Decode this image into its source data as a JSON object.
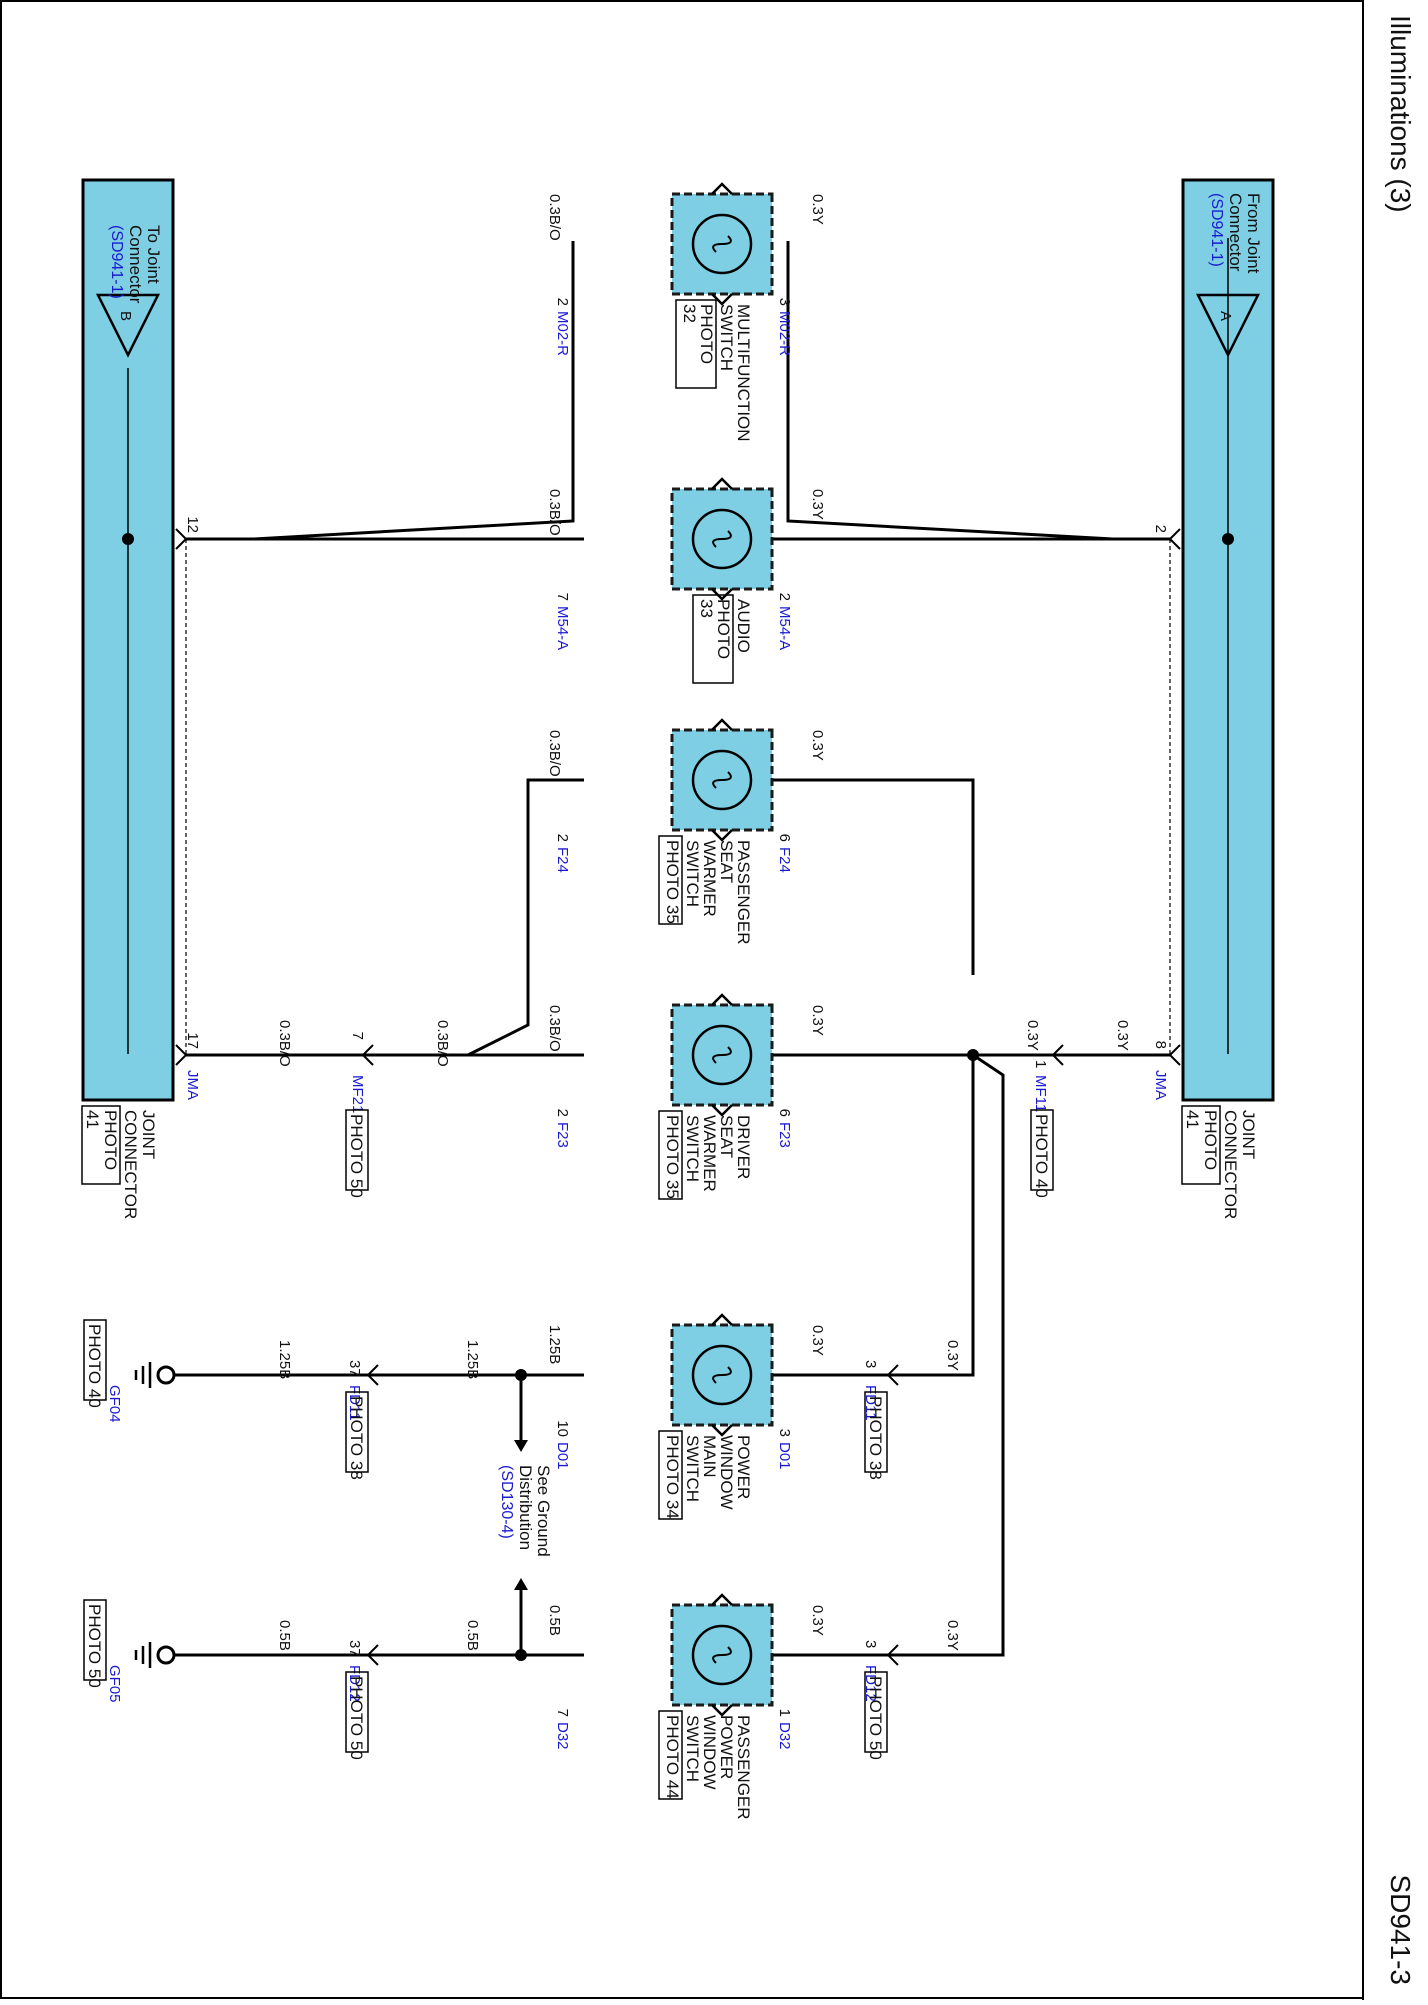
{
  "header": {
    "title": "Illuminations (3)",
    "page_code": "SD941-3"
  },
  "bars": {
    "from": {
      "line1": "From Joint",
      "line2": "Connector",
      "ref": "(SD941-1)",
      "letter": "A"
    },
    "to": {
      "line1": "To Joint",
      "line2": "Connector",
      "ref": "(SD941-1)",
      "letter": "B"
    }
  },
  "joint_connector_right": {
    "l1": "JOINT",
    "l2": "CONNECTOR",
    "photo": "PHOTO",
    "num": "41",
    "code": "JMA",
    "pin": "8"
  },
  "joint_connector_left": {
    "l1": "JOINT",
    "l2": "CONNECTOR",
    "photo": "PHOTO",
    "num": "41",
    "code": "JMA",
    "pin": "17"
  },
  "pin_12": "12",
  "pin_2_right": "2",
  "switches": [
    {
      "lines": [
        "MULTIFUNCTION",
        "SWITCH"
      ],
      "photo": [
        "PHOTO",
        "32"
      ],
      "pin_in": "3",
      "conn_in": "M02-R",
      "pin_out": "2",
      "conn_out": "M02-R",
      "wire_in": "0.3Y",
      "wire_out": "0.3B/O"
    },
    {
      "lines": [
        "AUDIO"
      ],
      "photo": [
        "PHOTO",
        "33"
      ],
      "pin_in": "2",
      "conn_in": "M54-A",
      "pin_out": "7",
      "conn_out": "M54-A",
      "wire_in": "0.3Y",
      "wire_out": "0.3B/O"
    },
    {
      "lines": [
        "PASSENGER",
        "SEAT",
        "WARMER",
        "SWITCH"
      ],
      "photo": [
        "PHOTO 35"
      ],
      "pin_in": "6",
      "conn_in": "F24",
      "pin_out": "2",
      "conn_out": "F24",
      "wire_in": "0.3Y",
      "wire_out": "0.3B/O"
    },
    {
      "lines": [
        "DRIVER",
        "SEAT",
        "WARMER",
        "SWITCH"
      ],
      "photo": [
        "PHOTO 35"
      ],
      "pin_in": "6",
      "conn_in": "F23",
      "pin_out": "2",
      "conn_out": "F23",
      "wire_in": "0.3Y",
      "wire_out": "0.3B/O"
    },
    {
      "lines": [
        "POWER",
        "WINDOW",
        "MAIN",
        "SWITCH"
      ],
      "photo": [
        "PHOTO 34"
      ],
      "pin_in": "3",
      "conn_in": "D01",
      "pin_out": "10",
      "conn_out": "D01",
      "wire_in": "0.3Y",
      "wire_out": "1.25B"
    },
    {
      "lines": [
        "PASSENGER",
        "POWER",
        "WINDOW",
        "SWITCH"
      ],
      "photo": [
        "PHOTO 44"
      ],
      "pin_in": "1",
      "conn_in": "D32",
      "pin_out": "7",
      "conn_out": "D32",
      "wire_in": "0.3Y",
      "wire_out": "0.5B"
    }
  ],
  "mf11": {
    "code": "MF11",
    "photo": "PHOTO 40",
    "pin": "1",
    "wire_a": "0.3Y",
    "wire_b": "0.3Y"
  },
  "mf21": {
    "code": "MF21",
    "photo": "PHOTO 50",
    "pin": "7",
    "wire_a": "0.3B/O",
    "wire_b": "0.3B/O"
  },
  "fd11_top": {
    "code": "FD11",
    "photo": "PHOTO 38",
    "pin": "3",
    "wire": "0.3Y"
  },
  "fd12_top": {
    "code": "FD12",
    "photo": "PHOTO 50",
    "pin": "3",
    "wire": "0.3Y"
  },
  "fd11_bot": {
    "code": "FD11",
    "photo": "PHOTO 38",
    "pin": "37",
    "wire_a": "1.25B",
    "wire_b": "1.25B"
  },
  "fd12_bot": {
    "code": "FD12",
    "photo": "PHOTO 50",
    "pin": "37",
    "wire_a": "0.5B",
    "wire_b": "0.5B"
  },
  "gf04": {
    "code": "GF04",
    "photo": "PHOTO 40"
  },
  "gf05": {
    "code": "GF05",
    "photo": "PHOTO 50"
  },
  "ground_note": {
    "l1": "See Ground",
    "l2": "Distribution",
    "ref": "(SD130-4)"
  }
}
